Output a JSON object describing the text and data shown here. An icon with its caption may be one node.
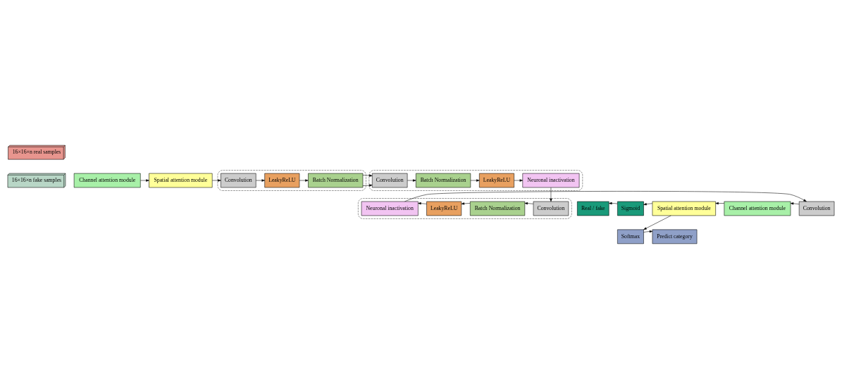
{
  "diagram": {
    "nodes": [
      {
        "text": [
          "16×16×n real samples"
        ]
      },
      {
        "text": [
          "16×16×n fake samples"
        ]
      },
      {
        "text": [
          "Channel attention module"
        ]
      },
      {
        "text": [
          "Spatial attention module"
        ]
      },
      {
        "text": [],
        "shape": "box"
      },
      {
        "text": [
          "Convolution"
        ],
        "in": 4
      },
      {
        "text": [
          "LeakyReLU"
        ],
        "in": 4
      },
      {
        "text": [
          "Batch Normalization"
        ],
        "in": 4
      },
      {
        "text": [],
        "shape": "box"
      },
      {
        "text": [
          "Convolution"
        ],
        "in": 8
      },
      {
        "text": [
          "Batch Normalization"
        ],
        "in": 8
      },
      {
        "text": [
          "LeakyReLU"
        ],
        "in": 8
      },
      {
        "text": [
          "Neuronal inactivation"
        ],
        "in": 8
      },
      {
        "text": [],
        "shape": "box"
      },
      {
        "text": [
          "Convolution"
        ],
        "in": 13
      },
      {
        "text": [
          "Batch Normalization"
        ],
        "in": 13
      },
      {
        "text": [
          "LeakyReLU"
        ],
        "in": 13
      },
      {
        "text": [
          "Neuronal inactivation"
        ],
        "in": 13
      },
      {
        "text": [
          "Convolution"
        ]
      },
      {
        "text": [
          "Channel attention module"
        ]
      },
      {
        "text": [
          "Spatial attention module"
        ]
      },
      {
        "text": [
          "Sigmoid"
        ]
      },
      {
        "text": [
          "Real / fake"
        ]
      },
      {
        "text": [
          "Softmax"
        ]
      },
      {
        "text": [
          "Predict category"
        ]
      }
    ],
    "edges": [
      {
        "from": 2,
        "to": 3,
        "arrow": "to"
      },
      {
        "from": 3,
        "to": 5,
        "arrow": "to"
      },
      {
        "from": 5,
        "to": 6,
        "arrow": "to"
      },
      {
        "from": 6,
        "to": 7,
        "arrow": "to"
      },
      {
        "from": 7,
        "to": 9,
        "arrow": "to"
      },
      {
        "from": 9,
        "to": 10,
        "arrow": "to"
      },
      {
        "from": 10,
        "to": 11,
        "arrow": "to"
      },
      {
        "from": 11,
        "to": 12,
        "arrow": "to"
      },
      {
        "from": 12,
        "to": 14,
        "arrow": "to"
      },
      {
        "from": 14,
        "to": 15,
        "arrow": "to"
      },
      {
        "from": 15,
        "to": 16,
        "arrow": "to"
      },
      {
        "from": 16,
        "to": 17,
        "arrow": "to"
      },
      {
        "from": 17,
        "to": 18,
        "arrow": "to"
      },
      {
        "from": 18,
        "to": 19,
        "arrow": "to"
      },
      {
        "from": 19,
        "to": 20,
        "arrow": "to"
      },
      {
        "from": 20,
        "to": 21,
        "arrow": "to"
      },
      {
        "from": 21,
        "to": 22,
        "arrow": "to"
      },
      {
        "from": 20,
        "to": 23,
        "arrow": "to"
      },
      {
        "from": 23,
        "to": 24,
        "arrow": "to"
      }
    ]
  }
}
